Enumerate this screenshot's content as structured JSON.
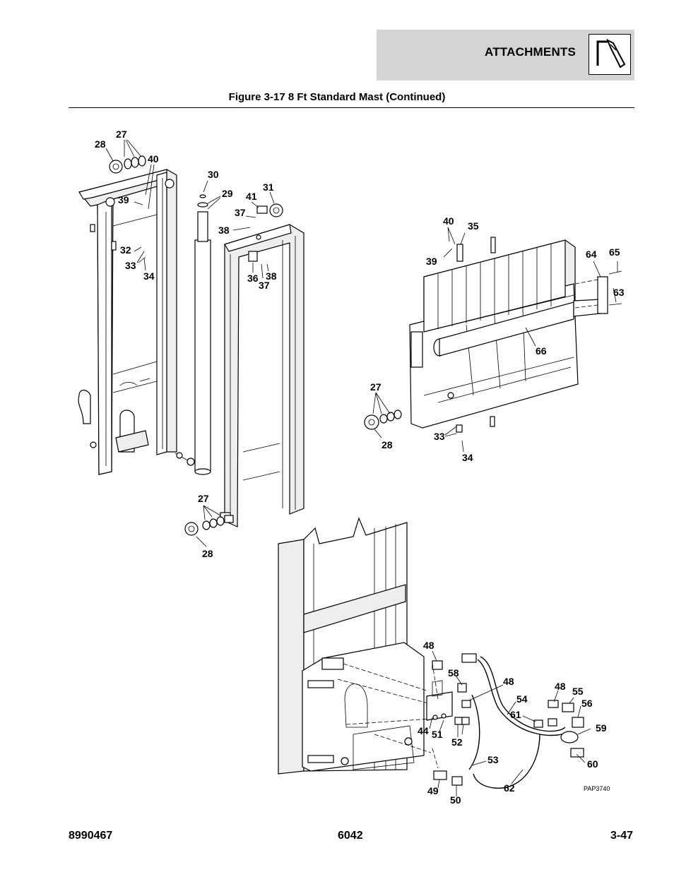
{
  "header": {
    "section": "ATTACHMENTS",
    "icon": "fork-attachment-icon"
  },
  "figure": {
    "title": "Figure 3-17 8 Ft Standard Mast (Continued)",
    "code": "PAP3740"
  },
  "callouts": [
    "27",
    "28",
    "40",
    "39",
    "32",
    "33",
    "34",
    "30",
    "29",
    "41",
    "31",
    "37",
    "38",
    "36",
    "37",
    "38",
    "27",
    "28",
    "40",
    "35",
    "39",
    "64",
    "65",
    "63",
    "66",
    "27",
    "28",
    "33",
    "34",
    "48",
    "58",
    "48",
    "54",
    "61",
    "48",
    "55",
    "56",
    "59",
    "44",
    "51",
    "52",
    "53",
    "60",
    "49",
    "50",
    "62"
  ],
  "footer": {
    "left": "8990467",
    "center": "6042",
    "right": "3-47"
  }
}
